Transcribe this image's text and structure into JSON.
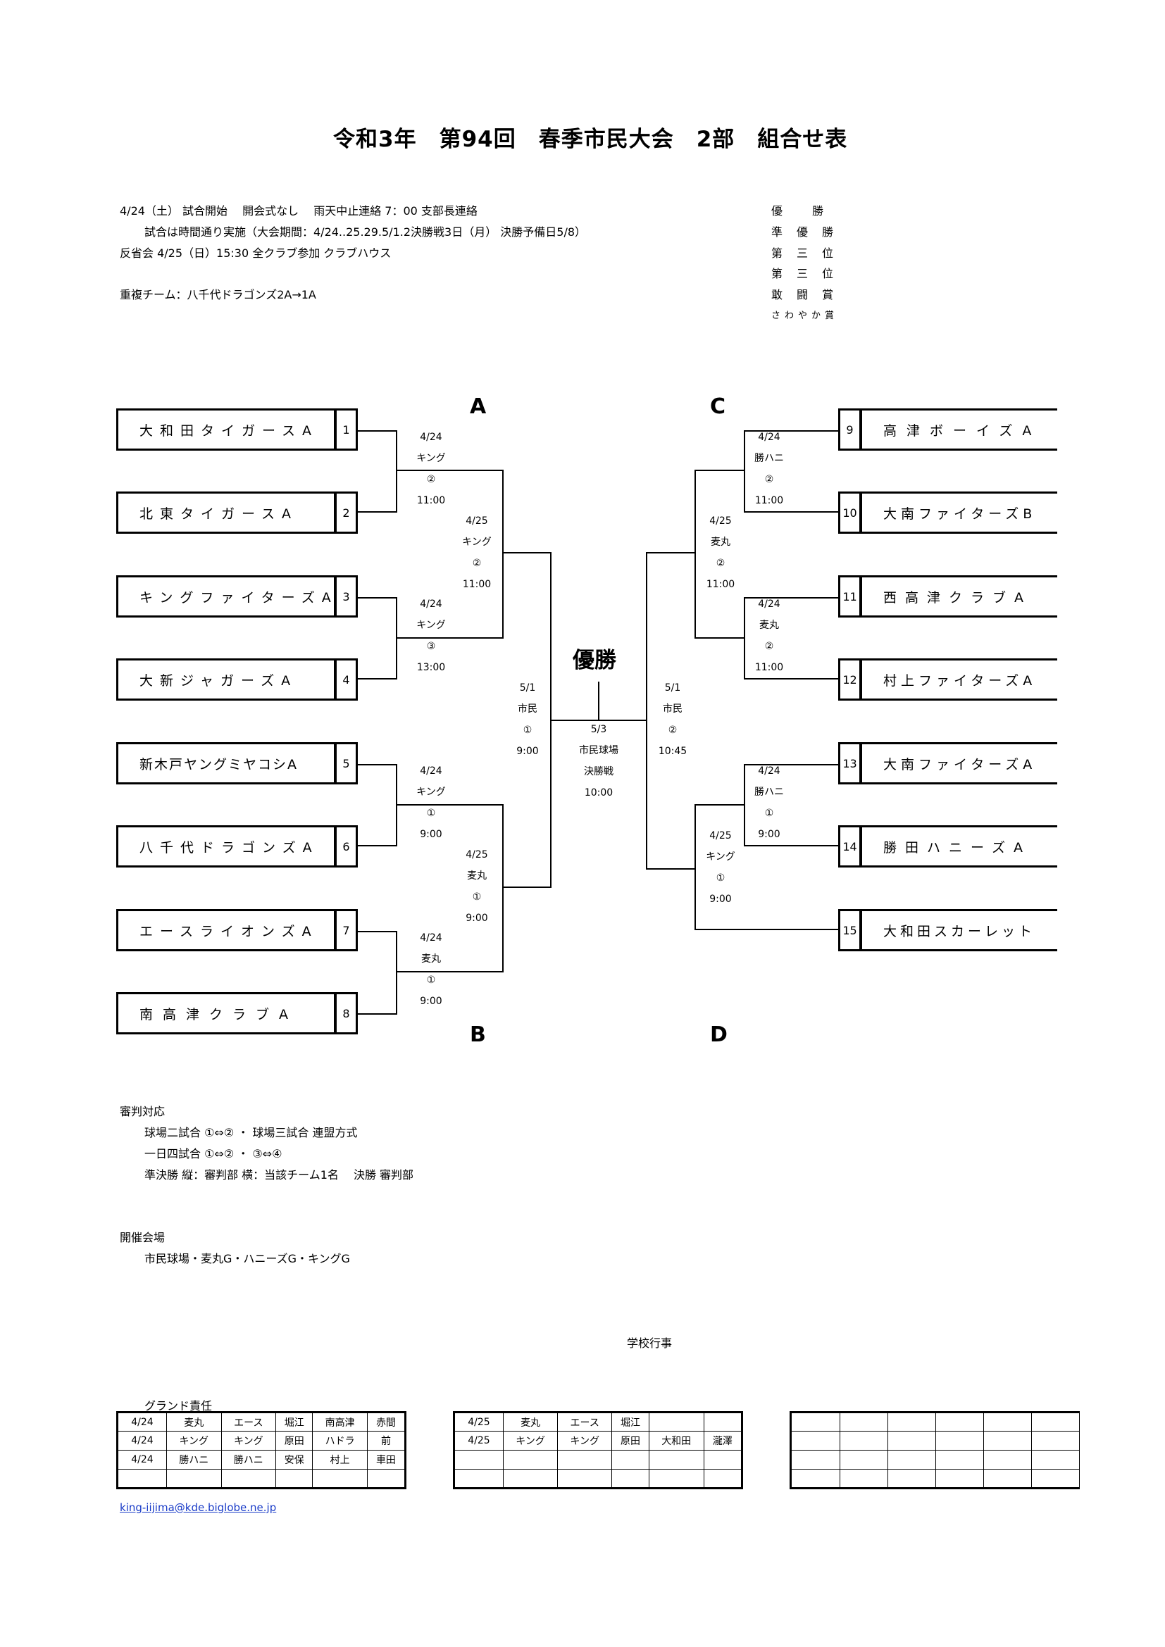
{
  "title": "令和3年　第94回　春季市民大会　2部　組合せ表",
  "notes": [
    "4/24（土）  試合開始　  開会式なし　  雨天中止連絡  7：00  支部長連絡",
    "試合は時間通り実施（大会期間：4/24..25.29.5/1.2決勝戦3日（月） 決勝予備日5/8）",
    "反省会  4/25（日）15:30  全クラブ参加  クラブハウス",
    "重複チーム：八千代ドラゴンズ2A→1A"
  ],
  "awards": [
    "優勝",
    "準優勝",
    "第三位",
    "第三位",
    "敢闘賞",
    "さわやか賞"
  ],
  "groups": [
    "A",
    "B",
    "C",
    "D"
  ],
  "teams_left": [
    {
      "name": "大和田タイガースA",
      "num": "1"
    },
    {
      "name": "北東タイガースA",
      "num": "2"
    },
    {
      "name": "キングファイターズA",
      "num": "3"
    },
    {
      "name": "大新ジャガーズA",
      "num": "4"
    },
    {
      "name": "新木戸ヤングミヤコシA",
      "num": "5"
    },
    {
      "name": "八千代ドラゴンズA",
      "num": "6"
    },
    {
      "name": "エースライオンズA",
      "num": "7"
    },
    {
      "name": "南高津クラブA",
      "num": "8"
    }
  ],
  "teams_right": [
    {
      "name": "高津ボーイズA",
      "num": "9"
    },
    {
      "name": "大南ファイターズB",
      "num": "10"
    },
    {
      "name": "西高津クラブA",
      "num": "11"
    },
    {
      "name": "村上ファイターズA",
      "num": "12"
    },
    {
      "name": "大南ファイターズA",
      "num": "13"
    },
    {
      "name": "勝田ハニーズA",
      "num": "14"
    },
    {
      "name": "大和田スカーレット",
      "num": "15"
    }
  ],
  "matches": {
    "m1": [
      "4/24",
      "キング",
      "②",
      "11:00"
    ],
    "m2": [
      "4/24",
      "キング",
      "③",
      "13:00"
    ],
    "m3": [
      "4/24",
      "キング",
      "①",
      "9:00"
    ],
    "m4": [
      "4/24",
      "麦丸",
      "①",
      "9:00"
    ],
    "m5": [
      "4/25",
      "キング",
      "②",
      "11:00"
    ],
    "m6": [
      "4/25",
      "麦丸",
      "①",
      "9:00"
    ],
    "m7": [
      "5/1",
      "市民",
      "①",
      "9:00"
    ],
    "m8": [
      "4/24",
      "勝ハニ",
      "②",
      "11:00"
    ],
    "m9": [
      "4/24",
      "麦丸",
      "②",
      "11:00"
    ],
    "m10": [
      "4/24",
      "勝ハニ",
      "①",
      "9:00"
    ],
    "m11": [
      "4/25",
      "麦丸",
      "②",
      "11:00"
    ],
    "m12": [
      "4/25",
      "キング",
      "①",
      "9:00"
    ],
    "m13": [
      "5/1",
      "市民",
      "②",
      "10:45"
    ],
    "final": [
      "5/3",
      "市民球場",
      "決勝戦",
      "10:00"
    ]
  },
  "champion_label": "優勝",
  "umpire": {
    "heading": "審判対応",
    "lines": [
      "球場二試合  ①⇔②  ・  球場三試合  連盟方式",
      "一日四試合  ①⇔②  ・  ③⇔④",
      "準決勝  縦：審判部  横：当該チーム1名　  決勝  審判部"
    ]
  },
  "venue": {
    "heading": "開催会場",
    "text": "市民球場・麦丸G・ハニーズG・キングG"
  },
  "school_events": "学校行事",
  "ground_heading": "グランド責任",
  "ground_table1": [
    [
      "4/24",
      "麦丸",
      "エース",
      "堀江",
      "南高津",
      "赤間"
    ],
    [
      "4/24",
      "キング",
      "キング",
      "原田",
      "ハドラ",
      "前"
    ],
    [
      "4/24",
      "勝ハニ",
      "勝ハニ",
      "安保",
      "村上",
      "車田"
    ],
    [
      "",
      "",
      "",
      "",
      "",
      ""
    ]
  ],
  "ground_table2": [
    [
      "4/25",
      "麦丸",
      "エース",
      "堀江",
      "",
      ""
    ],
    [
      "4/25",
      "キング",
      "キング",
      "原田",
      "大和田",
      "瀧澤"
    ],
    [
      "",
      "",
      "",
      "",
      "",
      ""
    ],
    [
      "",
      "",
      "",
      "",
      "",
      ""
    ]
  ],
  "ground_table3": [
    [
      "",
      "",
      "",
      "",
      "",
      ""
    ],
    [
      "",
      "",
      "",
      "",
      "",
      ""
    ],
    [
      "",
      "",
      "",
      "",
      "",
      ""
    ],
    [
      "",
      "",
      "",
      "",
      "",
      ""
    ]
  ],
  "email": "king-iijima@kde.biglobe.ne.jp"
}
